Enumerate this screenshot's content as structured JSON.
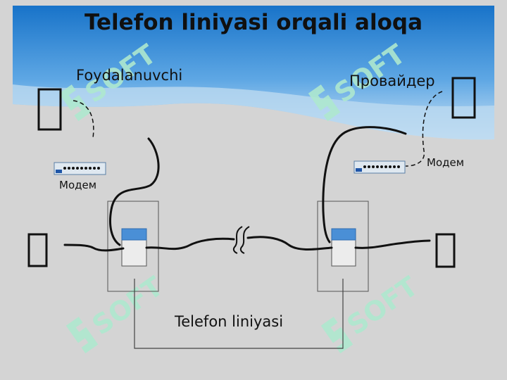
{
  "title": "Telefon liniyasi orqali aloqa",
  "labels": {
    "user": "Foydalanuvchi",
    "provider": "Провайдер",
    "modem_left": "Модем",
    "modem_right": "Модем",
    "telephone_line": "Telefon liniyasi"
  },
  "watermark": {
    "text": "SOFT",
    "logo": "stylized-S-logo",
    "color": "#aee8cf"
  },
  "icons": {
    "computer": "rectangle-glyph",
    "phone": "rectangle-glyph",
    "modem": "modem-device"
  },
  "colors": {
    "background": "#d4d4d4",
    "header_blue": "#1d7fd1",
    "wave_light": "#bcd9f0",
    "cable": "#111111",
    "socket_blue": "#4a8fd6"
  }
}
